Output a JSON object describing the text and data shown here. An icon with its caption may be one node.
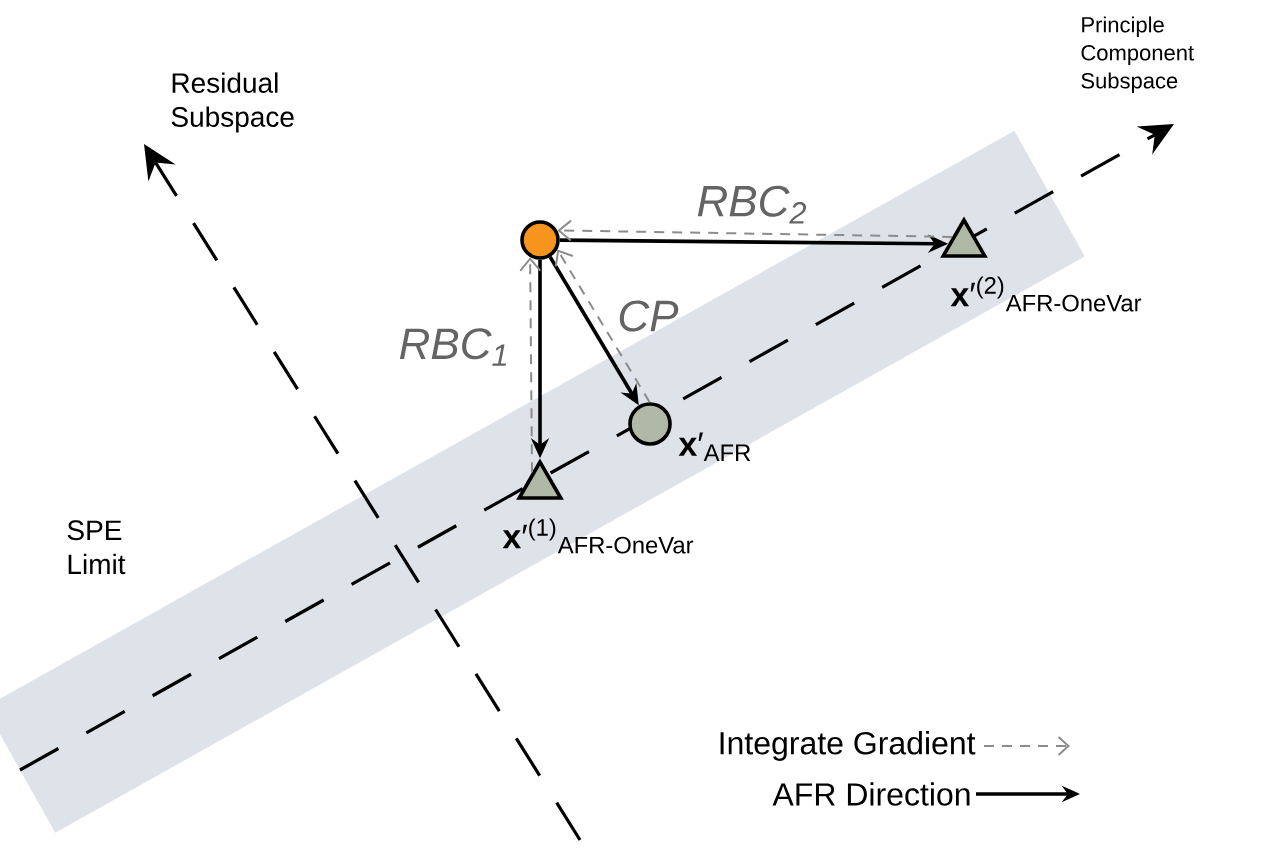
{
  "diagram": {
    "nodes": [
      {
        "text": [],
        "shape": "circle"
      },
      {
        "text": [
          "**x**′$^{(1)}$$_{AFR-OneVar}$"
        ]
      },
      {
        "text": [
          "**x**′$_{AFR}$"
        ]
      },
      {
        "text": [
          "**x**′$^{(2)}$$_{AFR-OneVar}$"
        ]
      }
    ],
    "edges": [
      {
        "from": 0,
        "to": 1,
        "arrow": "to"
      },
      {
        "from": 1,
        "to": 0,
        "arrow": "to",
        "style": "dashed",
        "color": "#8c8c8c",
        "label": "RBC$_{1}$"
      },
      {
        "from": 0,
        "to": 2,
        "arrow": "to"
      },
      {
        "from": 2,
        "to": 0,
        "arrow": "to",
        "style": "dashed",
        "color": "#8c8c8c",
        "label": "CP"
      },
      {
        "from": 0,
        "to": 3,
        "arrow": "to"
      },
      {
        "from": 3,
        "to": 0,
        "arrow": "to",
        "style": "dashed",
        "color": "#8c8c8c",
        "label": "RBC$_{2}$"
      }
    ],
    "labels": [
      "Residual Subspace",
      "Principle Component Subspace",
      "SPE Limit"
    ],
    "legend": [
      {
        "text": "Integrate Gradient"
      },
      {
        "text": "AFR Direction"
      }
    ]
  }
}
